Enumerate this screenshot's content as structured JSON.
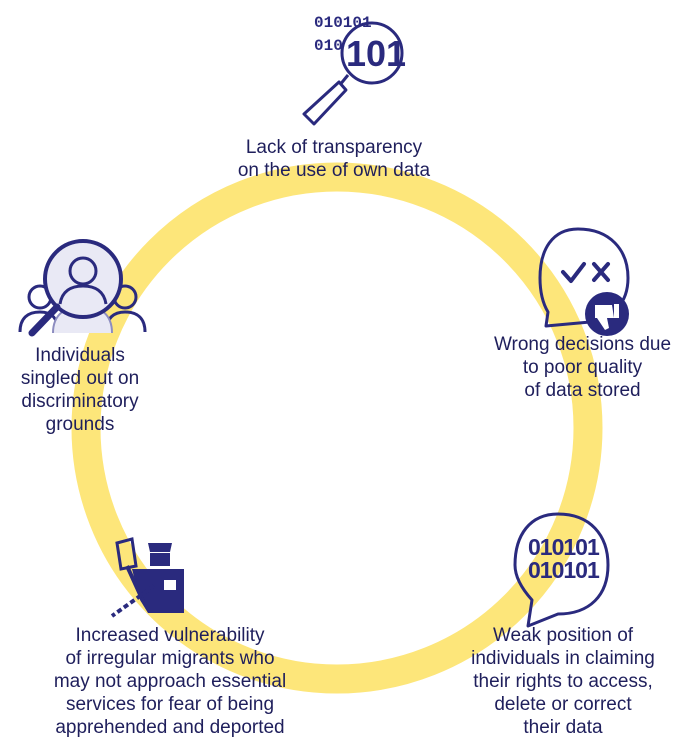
{
  "colors": {
    "ring": "#fde67a",
    "navy": "#2a2a7e",
    "navy_dark": "#1f1f5c",
    "lavender": "#8d8dc0",
    "light_lavender": "#e9e9f5"
  },
  "items": [
    {
      "id": "transparency",
      "icon": "binary-magnifier-icon",
      "lines": [
        "Lack of transparency",
        "on the use of own data"
      ]
    },
    {
      "id": "wrong-decisions",
      "icon": "thumbs-down-speech-bubble-icon",
      "lines": [
        "Wrong decisions due",
        "to poor quality",
        "of data stored"
      ]
    },
    {
      "id": "weak-position",
      "icon": "binary-speech-bubble-icon",
      "icon_text": [
        "010101",
        "010101"
      ],
      "lines": [
        "Weak position of",
        "individuals in claiming",
        "their rights to access,",
        "delete or correct",
        "their data"
      ]
    },
    {
      "id": "vulnerability",
      "icon": "police-officer-icon",
      "lines": [
        "Increased vulnerability",
        "of irregular migrants who",
        "may not approach essential",
        "services for fear of being",
        "apprehended and deported"
      ]
    },
    {
      "id": "discrimination",
      "icon": "magnified-person-icon",
      "lines": [
        "Individuals",
        "singled out on",
        "discriminatory",
        "grounds"
      ]
    }
  ],
  "top_icon_text": [
    "010101",
    "010",
    "101"
  ]
}
